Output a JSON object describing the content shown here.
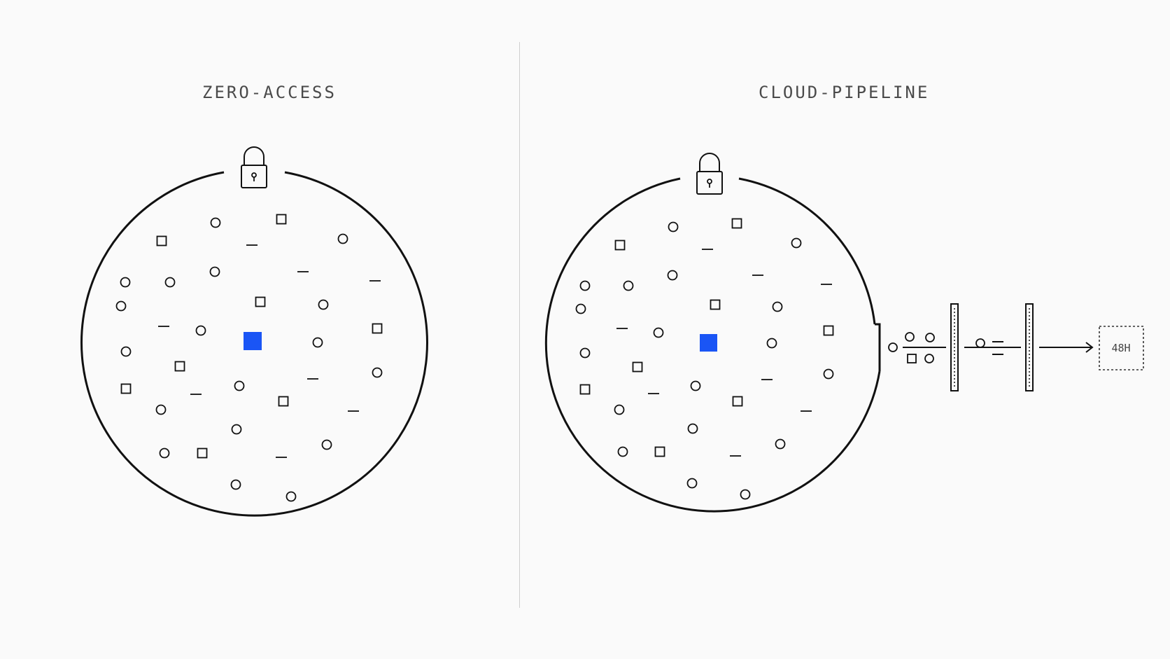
{
  "panels": {
    "left": {
      "title": "ZERO-ACCESS"
    },
    "right": {
      "title": "CLOUD-PIPELINE"
    }
  },
  "pipeline": {
    "badge": "48H"
  },
  "colors": {
    "accent": "#1a55f5",
    "ink": "#111111",
    "divider": "#cfcfcf",
    "background": "#fafafa"
  },
  "icons": {
    "lock": "lock-icon",
    "arrow": "arrow-right-icon"
  }
}
